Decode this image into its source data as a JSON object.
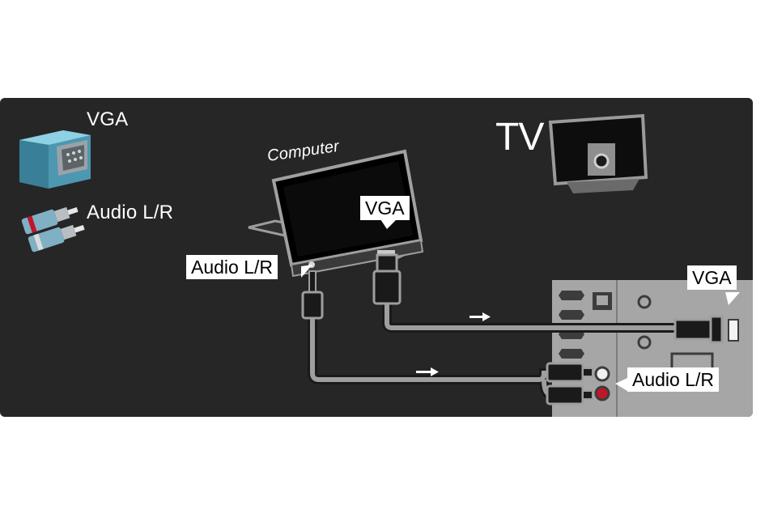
{
  "diagram": {
    "legend": {
      "vga_label": "VGA",
      "audio_label": "Audio L/R"
    },
    "device_labels": {
      "tv": "TV",
      "computer": "Computer"
    },
    "callouts": {
      "laptop_vga": "VGA",
      "laptop_audio": "Audio L/R",
      "tv_vga": "VGA",
      "tv_audio": "Audio L/R"
    },
    "colors": {
      "background": "#262626",
      "panel_gray": "#a6a6a6",
      "cable_gray": "#9e9e9e",
      "vga_connector_blue": "#5aa6c0",
      "audio_jack_red": "#c0152a"
    },
    "icons": [
      "vga-connector-icon",
      "rca-plug-icon",
      "laptop-icon",
      "tv-icon",
      "connection-panel-icon",
      "arrow-right-icon"
    ]
  }
}
